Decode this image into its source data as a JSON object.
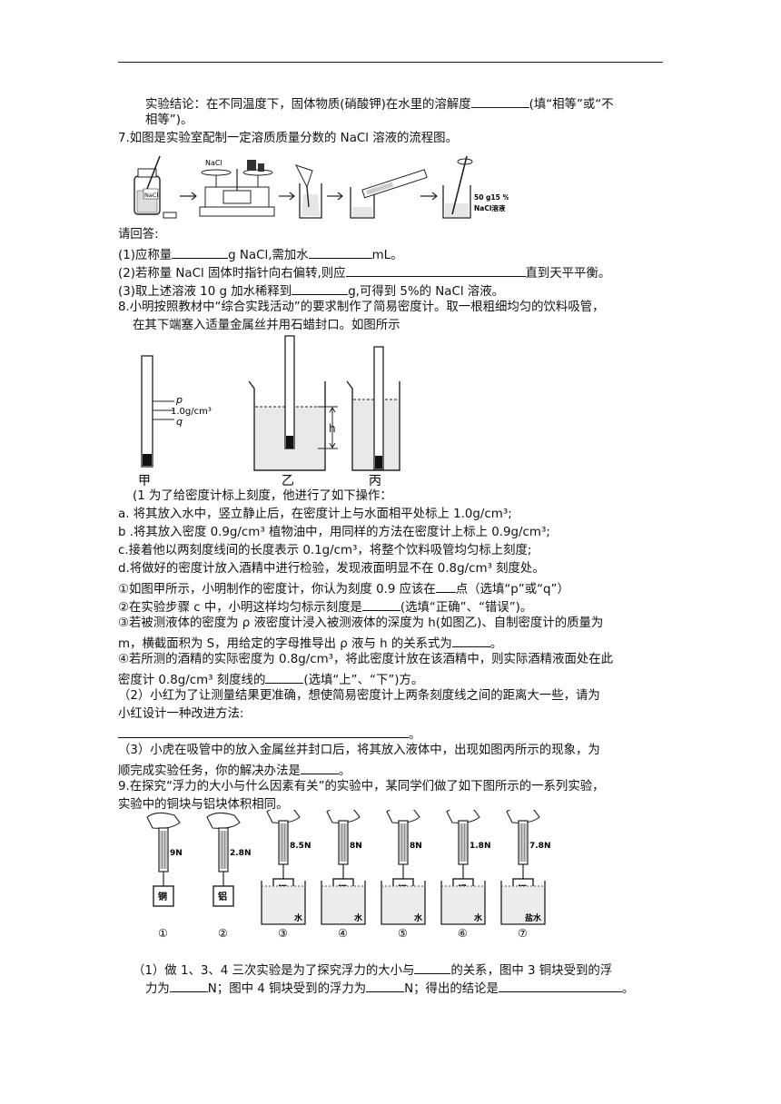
{
  "q6": {
    "conclusion_a": "实验结论：在不同温度下，固体物质(硝酸钾)在水里的溶解度",
    "conclusion_b": "(填“相等”或“不",
    "conclusion_c": "相等”)。"
  },
  "q7": {
    "title": "7.如图是实验室配制一定溶质质量分数的 NaCl 溶液的流程图。",
    "fig": {
      "nacl_bottle": "NaCl",
      "nacl_balance": "NaCl",
      "product_line1": "50 g15 %",
      "product_line2": "NaCl溶液"
    },
    "ask": "请回答:",
    "s1_a": "(1)应称量",
    "s1_b": "g NaCl,需加水",
    "s1_c": "mL。",
    "s2_a": "(2)若称量 NaCl 固体时指针向右偏转,则应",
    "s2_b": "直到天平平衡。",
    "s3_a": "(3)取上述溶液 10 g 加水稀释到",
    "s3_b": "g,可得到 5%的 NaCl 溶液。"
  },
  "q8": {
    "title": "8.小明按照教材中“综合实践活动”的要求制作了简易密度计。取一根粗细均匀的饮料吸管，",
    "title2": "在其下端塞入适量金属丝并用石蜡封口。如图所示",
    "fig": {
      "p": "p",
      "q": "q",
      "density": "1.0g/cm³",
      "h": "h",
      "jia": "甲",
      "yi": "乙",
      "bing": "丙"
    },
    "p1": "(1 为了给密度计标上刻度，他进行了如下操作：",
    "a": "a.    将其放入水中，竖立静止后，在密度计上与水面相平处标上 1.0g/cm³;",
    "b": "b .将其放入密度 0.9g/cm³ 植物油中，用同样的方法在密度计上标上 0.9g/cm³;",
    "c": "c.接着他以两刻度线间的长度表示 0.1g/cm³，将整个饮料吸管均匀标上刻度;",
    "d": "d.将做好的密度计放入酒精中进行检验，发现液面明显不在 0.8g/cm³ 刻度处。",
    "c1_a": "①如图甲所示，小明制作的密度计，你认为刻度 0.9 应该在",
    "c1_b": "点（选填“p”或“q”）",
    "c2_a": "②在实验步骤 c 中，小明这样均匀标示刻度是",
    "c2_b": "(选填“正确”、“错误”)。",
    "c3_a": "③若被测液体的密度为 ρ 液密度计浸入被测液体的深度为 h(如图乙)、自制密度计的质量为",
    "c3_b": "m，横截面积为 S，用给定的字母推导出 ρ 液与 h 的关系式为",
    "c3_c": "。",
    "c4_a": "④若所测的酒精的实际密度为 0.8g/cm³，将此密度计放在该酒精中，则实际酒精液面处在此",
    "c4_b": "密度计 0.8g/cm³ 刻度线的",
    "c4_c": "(选填“上”、“下”)方。",
    "p2_a": "（2）小红为了让测量结果更准确，想使简易密度计上两条刻度线之间的距离大一些，请为",
    "p2_b": "小红设计一种改进方法:",
    "p2_c": "。",
    "p3_a": "（3）小虎在吸管中的放入金属丝并封口后，将其放入液体中，出现如图丙所示的现象，为",
    "p3_b": "顺完成实验任务，你的解决办法是",
    "p3_c": "。"
  },
  "q9": {
    "title": "9.在探究“浮力的大小与什么因素有关”的实验中，某同学们做了如下图所示的一系列实验，",
    "title2": "实验中的铜块与铝块体积相同。",
    "fig": {
      "readings": [
        "9N",
        "2.8N",
        "8.5N",
        "8N",
        "8N",
        "1.8N",
        "7.8N"
      ],
      "blocks": [
        "铜",
        "铝",
        "铜",
        "铜",
        "铜",
        "铝",
        "铜"
      ],
      "liquids": [
        "",
        "",
        "水",
        "水",
        "水",
        "水",
        "盐水"
      ],
      "nums": [
        "①",
        "②",
        "③",
        "④",
        "⑤",
        "⑥",
        "⑦"
      ]
    },
    "s1_a": "（1）做 1、3、4 三次实验是为了探究浮力的大小与",
    "s1_b": "的关系，图中 3 铜块受到的浮",
    "s1_c": "力为",
    "s1_d": "N；图中 4 铜块受到的浮力为",
    "s1_e": "N；得出的结论是",
    "s1_f": "。"
  }
}
